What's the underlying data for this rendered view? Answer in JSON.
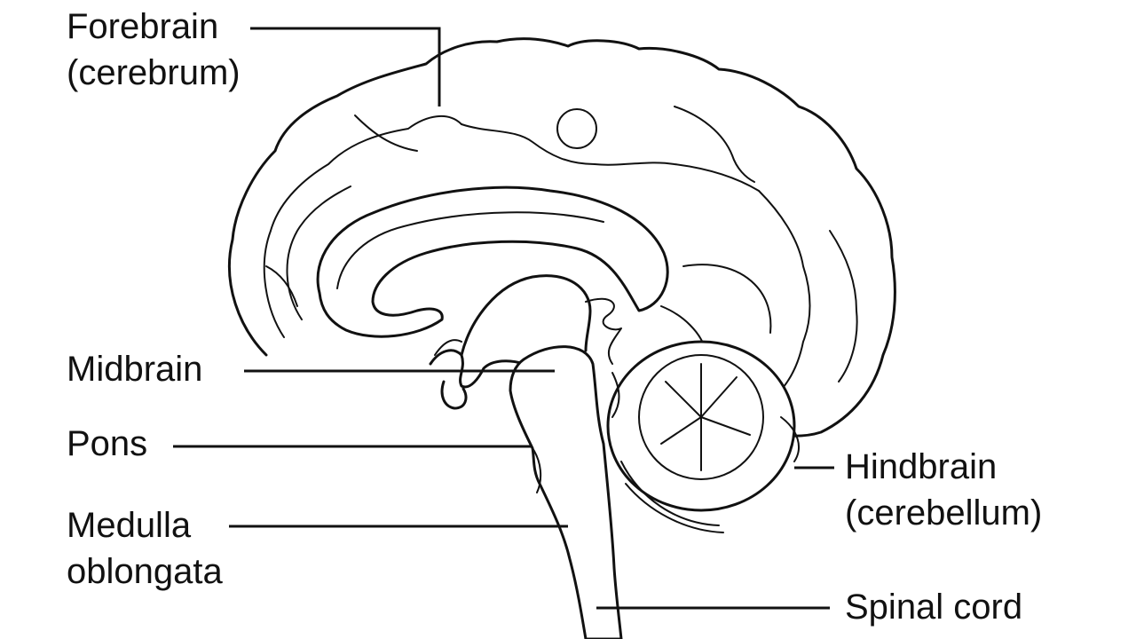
{
  "labels": {
    "forebrain": [
      "Forebrain",
      "(cerebrum)"
    ],
    "midbrain": [
      "Midbrain"
    ],
    "pons": [
      "Pons"
    ],
    "medulla": [
      "Medulla",
      "oblongata"
    ],
    "hindbrain": [
      "Hindbrain",
      "(cerebellum)"
    ],
    "spinal_cord": [
      "Spinal cord"
    ]
  },
  "colors": {
    "ink": "#111111",
    "background": "#ffffff"
  }
}
